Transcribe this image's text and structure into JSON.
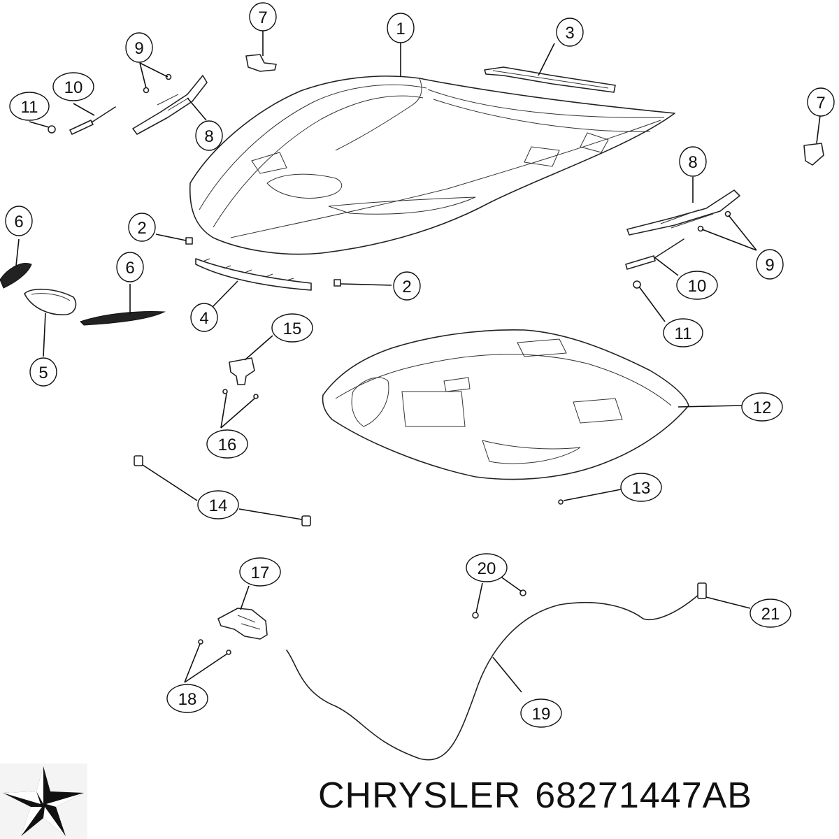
{
  "callouts": [
    {
      "label": "1"
    },
    {
      "label": "2"
    },
    {
      "label": "2"
    },
    {
      "label": "3"
    },
    {
      "label": "4"
    },
    {
      "label": "5"
    },
    {
      "label": "6"
    },
    {
      "label": "6"
    },
    {
      "label": "7"
    },
    {
      "label": "7"
    },
    {
      "label": "8"
    },
    {
      "label": "8"
    },
    {
      "label": "9"
    },
    {
      "label": "9"
    },
    {
      "label": "10"
    },
    {
      "label": "10"
    },
    {
      "label": "11"
    },
    {
      "label": "11"
    },
    {
      "label": "12"
    },
    {
      "label": "13"
    },
    {
      "label": "14"
    },
    {
      "label": "15"
    },
    {
      "label": "16"
    },
    {
      "label": "17"
    },
    {
      "label": "18"
    },
    {
      "label": "19"
    },
    {
      "label": "20"
    },
    {
      "label": "21"
    }
  ],
  "caption": {
    "brand": "CHRYSLER",
    "part_number": "68271447AB"
  },
  "logo": {
    "icon": "pentastar-icon",
    "color": "#111111"
  }
}
